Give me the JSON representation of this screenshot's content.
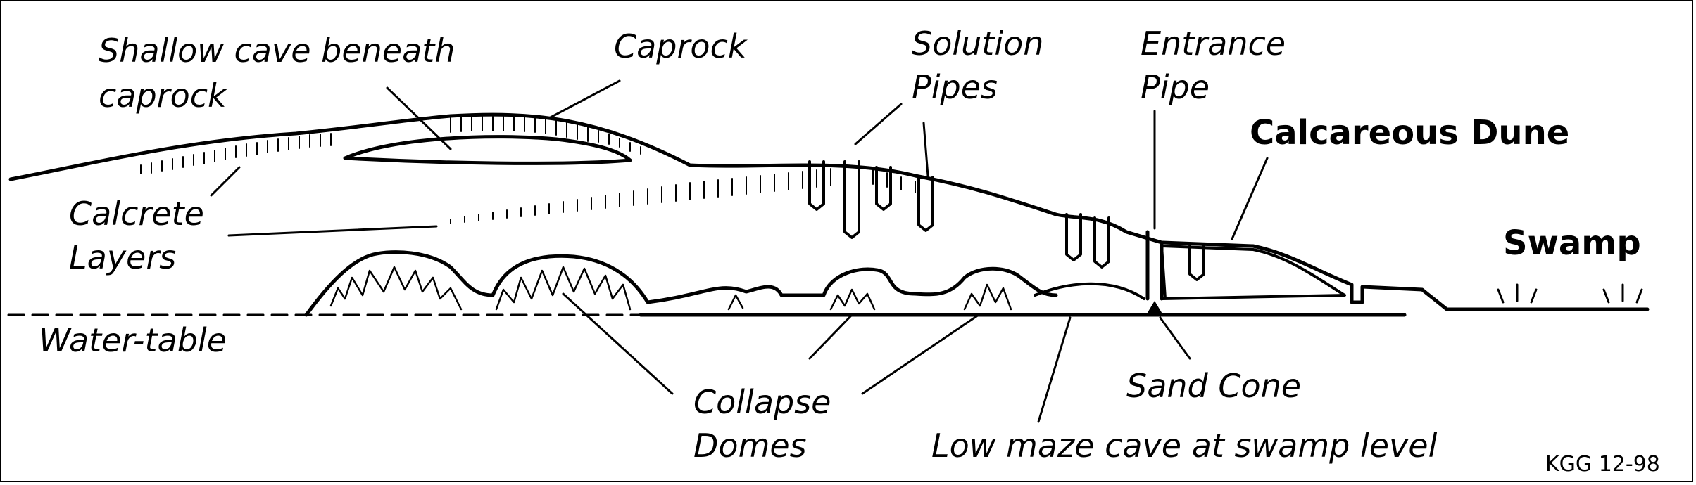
{
  "labels": {
    "shallow_cave_line1": "Shallow cave beneath",
    "shallow_cave_line2": "caprock",
    "caprock": "Caprock",
    "solution_pipes_line1": "Solution",
    "solution_pipes_line2": "Pipes",
    "entrance_pipe_line1": "Entrance",
    "entrance_pipe_line2": "Pipe",
    "calcareous_dune": "Calcareous Dune",
    "swamp": "Swamp",
    "calcrete_line1": "Calcrete",
    "calcrete_line2": "Layers",
    "water_table": "Water-table",
    "collapse_domes_line1": "Collapse",
    "collapse_domes_line2": "Domes",
    "sand_cone": "Sand Cone",
    "low_maze_cave": "Low maze cave at swamp level",
    "credit": "KGG 12-98"
  }
}
